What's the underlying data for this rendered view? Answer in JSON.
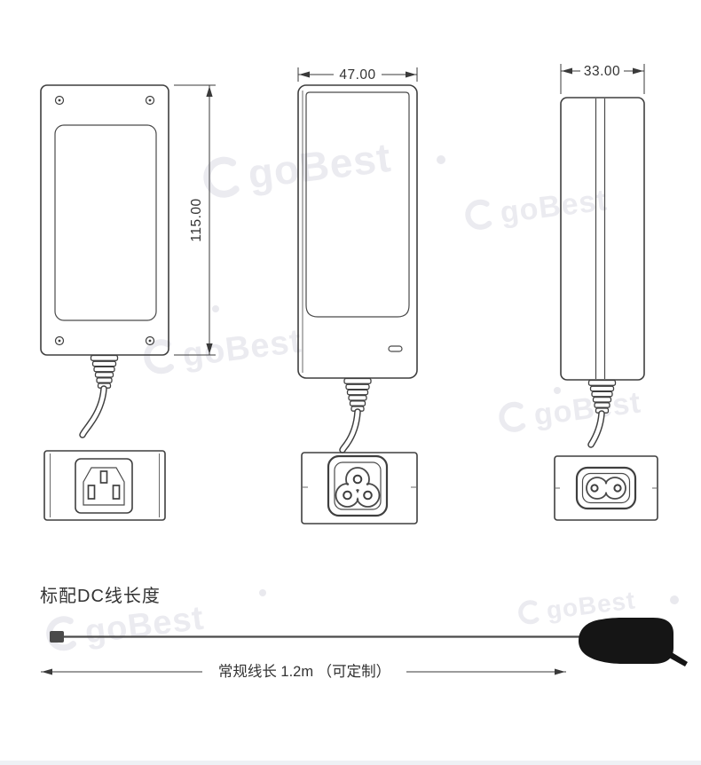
{
  "watermark": {
    "text": "goBest"
  },
  "views": {
    "front": {
      "height_dim": "115.00"
    },
    "side": {
      "width_dim": "47.00"
    },
    "edge": {
      "depth_dim": "33.00"
    }
  },
  "cable_section": {
    "title": "标配DC线长度",
    "length_label": "常规线长 1.2m （可定制）"
  },
  "colors": {
    "line": "#3f3f3f",
    "dimension_text": "#333333",
    "watermark": "#ebebf0",
    "plug": "#151515"
  }
}
